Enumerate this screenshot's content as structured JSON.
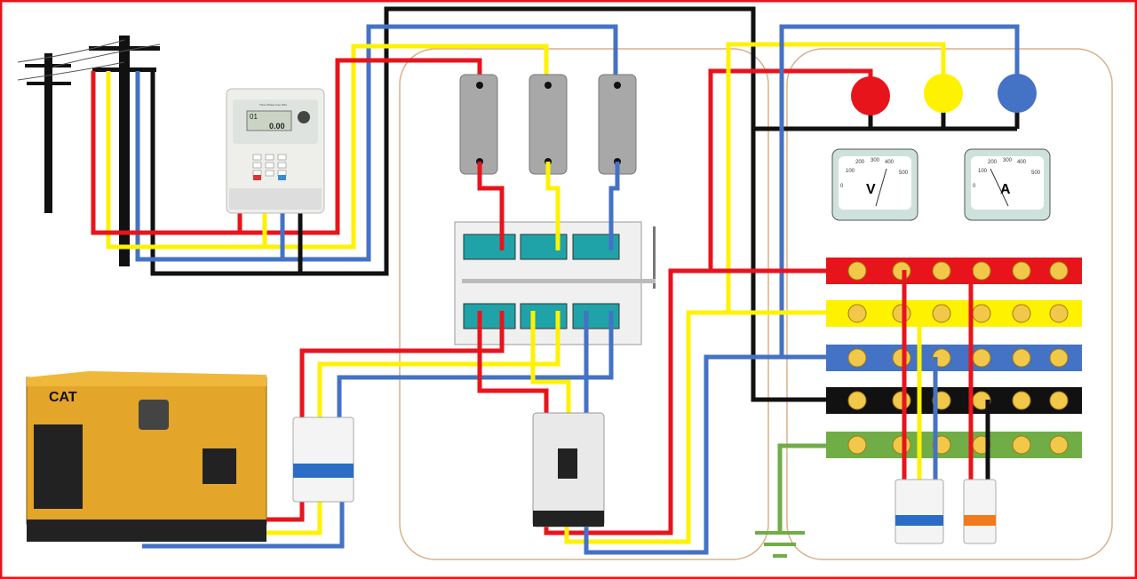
{
  "colors": {
    "phase_l1": "#e8141b",
    "phase_l2": "#fff200",
    "phase_l3": "#4472c4",
    "neutral": "#111111",
    "earth": "#70ad47",
    "generator": "#e3a52a"
  },
  "energy_meter": {
    "title": "Three Phase Four Wire",
    "display_top": "01",
    "display_value": "0.00"
  },
  "generator": {
    "brand": "CAT"
  },
  "voltmeter": {
    "unit": "V",
    "scale": [
      "0",
      "100",
      "200",
      "300",
      "400",
      "500"
    ]
  },
  "ammeter": {
    "unit": "A",
    "scale": [
      "0",
      "100",
      "200",
      "300",
      "400",
      "500"
    ]
  },
  "indicator_lamps": [
    {
      "color": "#e8141b"
    },
    {
      "color": "#fff200"
    },
    {
      "color": "#4472c4"
    }
  ],
  "busbars": [
    {
      "color": "#e8141b"
    },
    {
      "color": "#fff200"
    },
    {
      "color": "#4472c4"
    },
    {
      "color": "#111111"
    },
    {
      "color": "#70ad47"
    }
  ]
}
